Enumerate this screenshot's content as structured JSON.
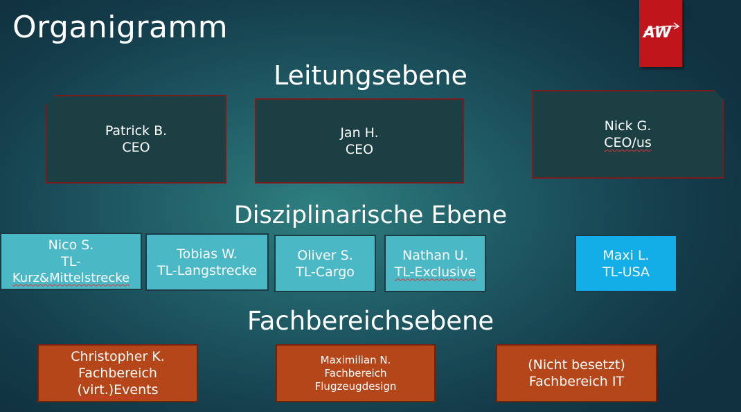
{
  "title": "Organigramm",
  "logo": {
    "text": "AW",
    "color": "#c0161b"
  },
  "levels": [
    {
      "heading": "Leitungsebene",
      "boxes": [
        {
          "name": "Patrick B.",
          "role": "CEO"
        },
        {
          "name": "Jan H.",
          "role": "CEO"
        },
        {
          "name": "Nick G.",
          "role": "CEO/us"
        }
      ]
    },
    {
      "heading": "Disziplinarische Ebene",
      "boxes": [
        {
          "name": "Nico S.",
          "role_line1": "TL-",
          "role_line2": "Kurz&Mittelstrecke"
        },
        {
          "name": "Tobias W.",
          "role": "TL-Langstrecke"
        },
        {
          "name": "Oliver S.",
          "role": "TL-Cargo"
        },
        {
          "name": "Nathan U.",
          "role": "TL-Exclusive"
        },
        {
          "name": "Maxi L.",
          "role": "TL-USA"
        }
      ]
    },
    {
      "heading": "Fachbereichsebene",
      "boxes": [
        {
          "name": "Christopher K.",
          "role_line1": "Fachbereich",
          "role_line2": "(virt.)Events"
        },
        {
          "name": "Maximilian N.",
          "role_line1": "Fachbereich",
          "role_line2": "Flugzeugdesign"
        },
        {
          "name": "(Nicht besetzt)",
          "role": "Fachbereich IT"
        }
      ]
    }
  ],
  "colors": {
    "leadership_fill": "#1c3f44",
    "leadership_border": "#7a1c1c",
    "disciplinary_fill": "#4bb8c6",
    "usa_fill": "#13aee8",
    "department_fill": "#b5461a"
  }
}
